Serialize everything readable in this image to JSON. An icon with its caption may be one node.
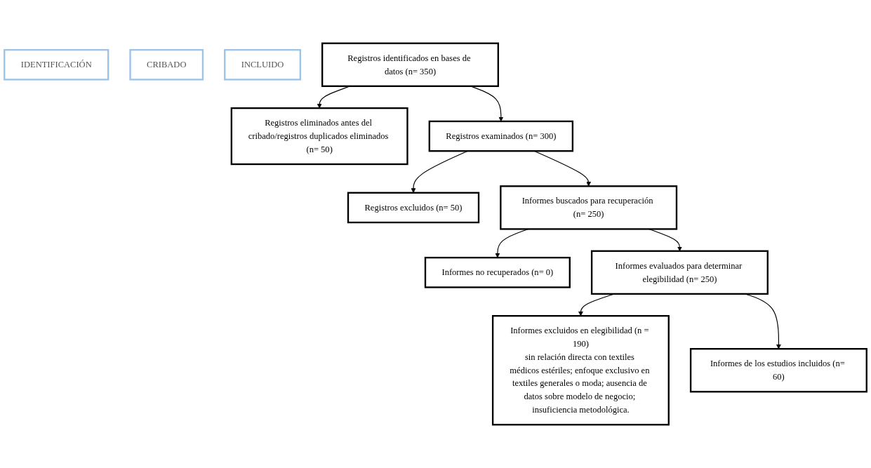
{
  "diagram": {
    "nodes": [
      {
        "text": [
          "IDENTIFICACIÓN"
        ]
      },
      {
        "text": [
          "CRIBADO"
        ]
      },
      {
        "text": [
          "INCLUIDO"
        ]
      },
      {
        "text": [
          "Registros identificados en bases de datos (n= 350)"
        ]
      },
      {
        "text": [
          "Registros eliminados antes del cribado/registros duplicados eliminados (n= 50)"
        ]
      },
      {
        "text": [
          "Registros examinados (n= 300)"
        ]
      },
      {
        "text": [
          "Registros excluidos (n= 50)"
        ]
      },
      {
        "text": [
          "Informes buscados para recuperación (n= 250)"
        ]
      },
      {
        "text": [
          "Informes no recuperados (n= 0)"
        ]
      },
      {
        "text": [
          "Informes evaluados para determinar elegibilidad (n= 250)"
        ]
      },
      {
        "text": [
          "Informes excluidos en elegibilidad (n = 190)",
          "sin relación directa con textiles médicos estériles; enfoque exclusivo en textiles generales o moda; ausencia de datos sobre modelo de negocio; insuficiencia metodológica."
        ]
      },
      {
        "text": [
          "Informes de los estudios incluidos (n= 60)"
        ]
      }
    ],
    "edges": [
      {
        "from": 3,
        "to": 4,
        "arrow": "to"
      },
      {
        "from": 3,
        "to": 5,
        "arrow": "to"
      },
      {
        "from": 5,
        "to": 6,
        "arrow": "to"
      },
      {
        "from": 5,
        "to": 7,
        "arrow": "to"
      },
      {
        "from": 7,
        "to": 8,
        "arrow": "to"
      },
      {
        "from": 7,
        "to": 9,
        "arrow": "to"
      },
      {
        "from": 9,
        "to": 10,
        "arrow": "to"
      },
      {
        "from": 9,
        "to": 11,
        "arrow": "to"
      }
    ]
  }
}
